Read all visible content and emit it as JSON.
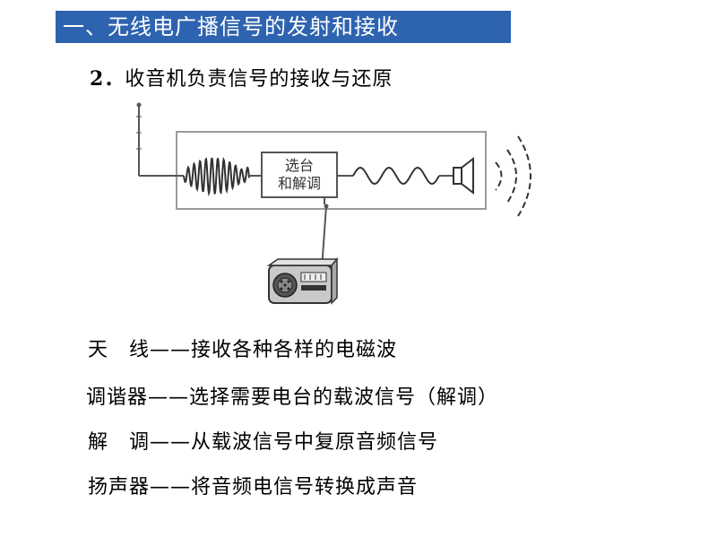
{
  "header": {
    "title": "一、无线电广播信号的发射和接收"
  },
  "section": {
    "number": "2．",
    "title": "收音机负责信号的接收与还原"
  },
  "diagram": {
    "box_line1": "选台",
    "box_line2": "和解调"
  },
  "definitions": [
    {
      "term": "天　线",
      "dash": "——",
      "desc": "接收各种各样的电磁波"
    },
    {
      "term": "调谐器",
      "dash": "——",
      "desc": "选择需要电台的载波信号（解调）"
    },
    {
      "term": "解　调",
      "dash": "——",
      "desc": "从载波信号中复原音频信号"
    },
    {
      "term": "扬声器",
      "dash": "——",
      "desc": "将音频电信号转换成声音"
    }
  ],
  "colors": {
    "title_bar": "#2e63b0",
    "box_border": "#999999",
    "wire": "#555555"
  }
}
